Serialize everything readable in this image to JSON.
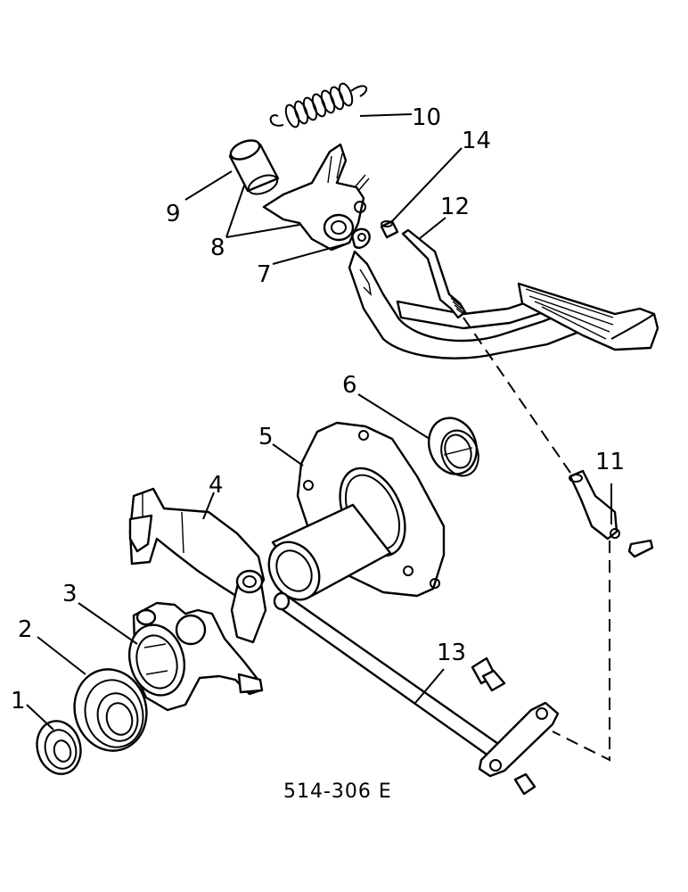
{
  "diagram": {
    "drawing_number": "514-306 E",
    "callouts": [
      {
        "id": "1",
        "text": "1"
      },
      {
        "id": "2",
        "text": "2"
      },
      {
        "id": "3",
        "text": "3"
      },
      {
        "id": "4",
        "text": "4"
      },
      {
        "id": "5",
        "text": "5"
      },
      {
        "id": "6",
        "text": "6"
      },
      {
        "id": "7",
        "text": "7"
      },
      {
        "id": "8",
        "text": "8"
      },
      {
        "id": "9",
        "text": "9"
      },
      {
        "id": "10",
        "text": "10"
      },
      {
        "id": "11",
        "text": "11"
      },
      {
        "id": "12",
        "text": "12"
      },
      {
        "id": "13",
        "text": "13"
      },
      {
        "id": "14",
        "text": "14"
      }
    ]
  }
}
